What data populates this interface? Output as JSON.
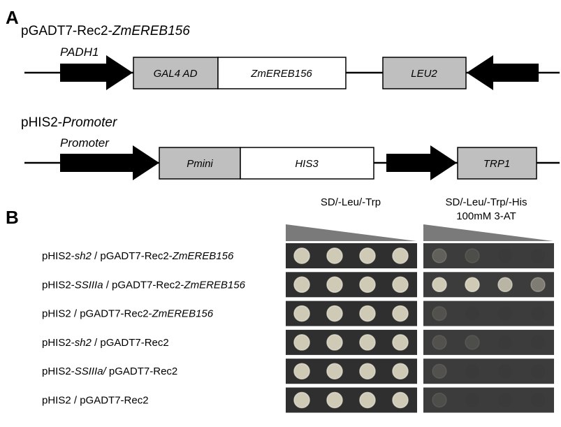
{
  "panel_a": {
    "label": "A",
    "construct1": {
      "title_plain": "pGADT7-Rec2-",
      "title_italic": "ZmEREB156",
      "promoter_label": "PADH1",
      "box1": "GAL4 AD",
      "box2": "ZmEREB156",
      "box3": "LEU2"
    },
    "construct2": {
      "title_plain": "pHIS2-",
      "title_italic": "Promoter",
      "promoter_label": "Promoter",
      "box1": "Pmini",
      "box2": "HIS3",
      "box3": "TRP1"
    }
  },
  "panel_b": {
    "label": "B",
    "header_left": "SD/-Leu/-Trp",
    "header_right_line1": "SD/-Leu/-Trp/-His",
    "header_right_line2": "100mM 3-AT",
    "rows": [
      {
        "p1": "pHIS2-",
        "i1": "sh2",
        "p2": " / pGADT7-Rec2-",
        "i2": "ZmEREB156",
        "left_growth": [
          1,
          1,
          1,
          1
        ],
        "right_growth": [
          0.25,
          0.05,
          0,
          0
        ]
      },
      {
        "p1": "pHIS2-",
        "i1": "SSIIIa",
        "p2": " / pGADT7-Rec2-",
        "i2": "ZmEREB156",
        "left_growth": [
          1,
          1,
          1,
          1
        ],
        "right_growth": [
          1,
          1,
          0.85,
          0.45
        ]
      },
      {
        "p1": "pHIS2 / pGADT7-Rec2-",
        "i1": "",
        "p2": "",
        "i2": "ZmEREB156",
        "left_growth": [
          1,
          1,
          1,
          1
        ],
        "right_growth": [
          0.15,
          0,
          0,
          0
        ]
      },
      {
        "p1": "pHIS2-",
        "i1": "sh2",
        "p2": " / pGADT7-Rec2",
        "i2": "",
        "left_growth": [
          1,
          1,
          1,
          1
        ],
        "right_growth": [
          0.15,
          0.05,
          0,
          0
        ]
      },
      {
        "p1": "pHIS2-",
        "i1": "SSIIIa/",
        "p2": " pGADT7-Rec2",
        "i2": "",
        "left_growth": [
          1,
          1,
          1,
          1
        ],
        "right_growth": [
          0.15,
          0,
          0,
          0
        ]
      },
      {
        "p1": "pHIS2 / pGADT7-Rec2",
        "i1": "",
        "p2": "",
        "i2": "",
        "left_growth": [
          1,
          1,
          1,
          1
        ],
        "right_growth": [
          0.1,
          0,
          0,
          0
        ]
      }
    ]
  },
  "colors": {
    "element_grey": "#bfbfbf",
    "plate_background": "#2f2f2f",
    "colony": "#cfcab6",
    "wedge": "#7a7a7a"
  }
}
